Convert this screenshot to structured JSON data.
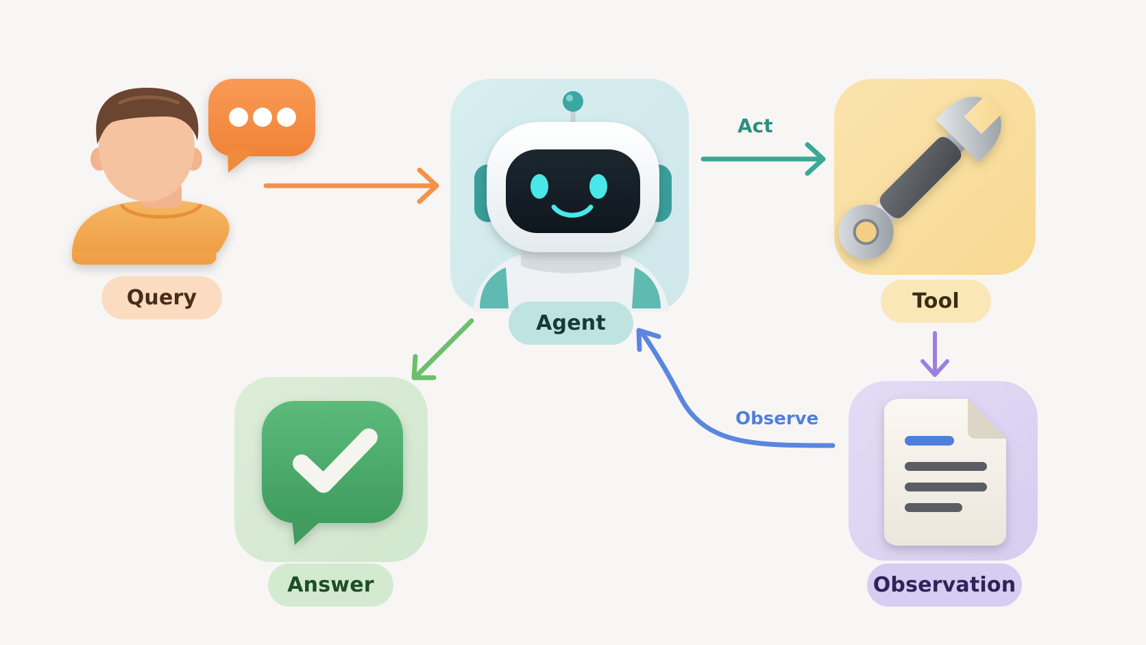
{
  "nodes": {
    "query": {
      "label": "Query"
    },
    "agent": {
      "label": "Agent"
    },
    "tool": {
      "label": "Tool"
    },
    "observation": {
      "label": "Observation"
    },
    "answer": {
      "label": "Answer"
    }
  },
  "edges": {
    "act": {
      "label": "Act"
    },
    "observe": {
      "label": "Observe"
    }
  },
  "colors": {
    "background": "#f8f6f4",
    "query_accent": "#f4924a",
    "agent_accent": "#3aa896",
    "tool_accent": "#f7d992",
    "observation_accent": "#9b7fe0",
    "answer_accent": "#4caf6e",
    "observe_arrow": "#5b86e0"
  },
  "icons": [
    "person-icon",
    "chat-bubble-icon",
    "robot-icon",
    "wrench-icon",
    "document-icon",
    "checkmark-bubble-icon"
  ]
}
